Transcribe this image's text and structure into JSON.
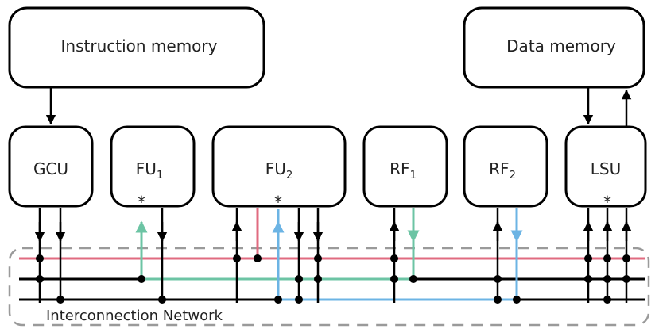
{
  "diagram": {
    "instruction_memory": "Instruction memory",
    "data_memory": "Data memory",
    "gcu": "GCU",
    "fu1": {
      "base": "FU",
      "sub": "1"
    },
    "fu2": {
      "base": "FU",
      "sub": "2"
    },
    "rf1": {
      "base": "RF",
      "sub": "1"
    },
    "rf2": {
      "base": "RF",
      "sub": "2"
    },
    "lsu": "LSU",
    "star": "*",
    "network_label": "Interconnection Network"
  },
  "colors": {
    "red_bus": "#e06b80",
    "green_bus": "#6cc4a4",
    "blue_bus": "#6cb4e4",
    "black_bus": "#000000",
    "dashed_border": "#9a9a9a"
  }
}
